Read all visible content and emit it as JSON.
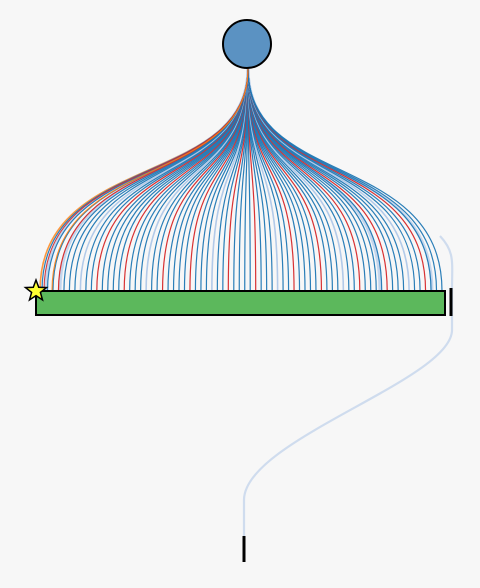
{
  "diagram": {
    "root_node": {
      "shape": "circle",
      "fill": "#5b92c2",
      "stroke": "#000000"
    },
    "bar_node": {
      "shape": "rect",
      "fill": "#5cb85c",
      "stroke": "#000000"
    },
    "start_marker": {
      "icon": "star-icon",
      "fill": "#ffff33",
      "stroke": "#000000"
    },
    "end_marker": {
      "icon": "tick-icon",
      "stroke": "#000000"
    },
    "link_colors": {
      "primary": "#1f77b4",
      "secondary": "#d62728",
      "light": "#aec7e8",
      "accent": "#ff7f0e"
    },
    "fan_links": {
      "count": 74,
      "pattern": [
        "primary",
        "primary",
        "primary",
        "secondary",
        "primary",
        "primary",
        "primary",
        "light",
        "primary",
        "primary",
        "secondary",
        "primary"
      ]
    },
    "detached_link": {
      "color": "light"
    }
  }
}
